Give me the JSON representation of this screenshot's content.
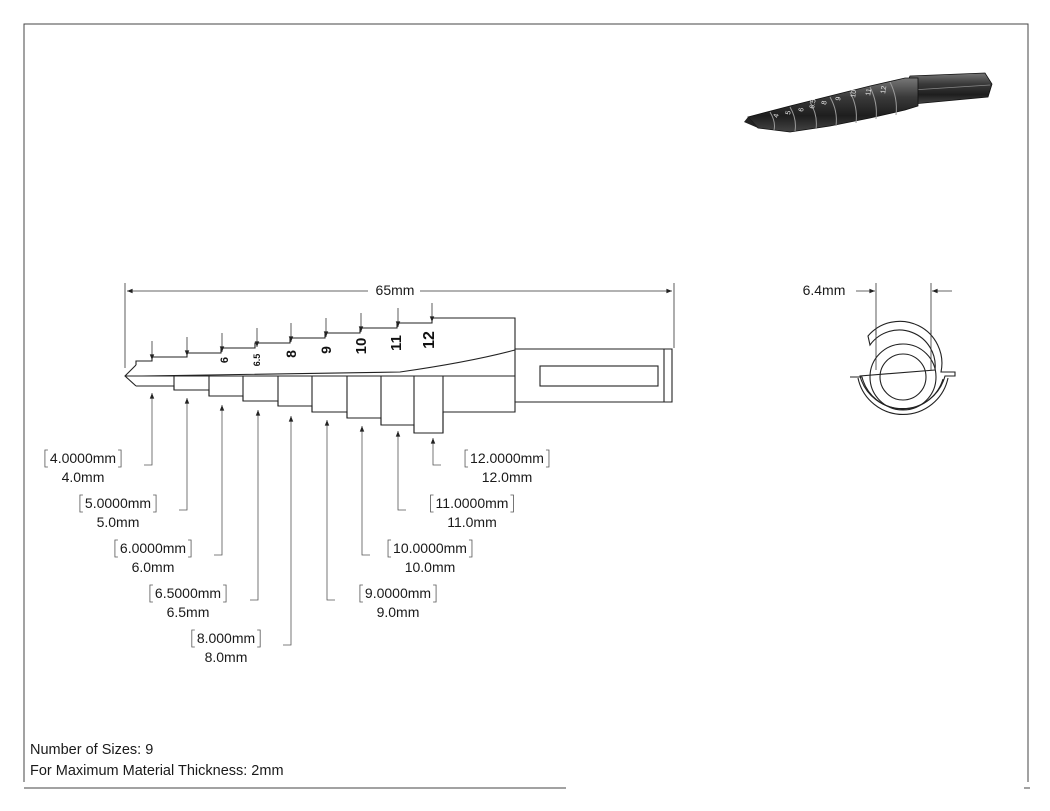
{
  "overall_length": "65mm",
  "shank_width": "6.4mm",
  "step_marks": [
    "6",
    "6.5",
    "8",
    "9",
    "10",
    "11",
    "12"
  ],
  "preview_marks": [
    "4",
    "5",
    "6",
    "6.5",
    "8",
    "9",
    "10",
    "11",
    "12"
  ],
  "callouts": [
    {
      "primary": "4.0000mm",
      "secondary": "4.0mm"
    },
    {
      "primary": "5.0000mm",
      "secondary": "5.0mm"
    },
    {
      "primary": "6.0000mm",
      "secondary": "6.0mm"
    },
    {
      "primary": "6.5000mm",
      "secondary": "6.5mm"
    },
    {
      "primary": "8.000mm",
      "secondary": "8.0mm"
    },
    {
      "primary": "9.0000mm",
      "secondary": "9.0mm"
    },
    {
      "primary": "10.0000mm",
      "secondary": "10.0mm"
    },
    {
      "primary": "11.0000mm",
      "secondary": "11.0mm"
    },
    {
      "primary": "12.0000mm",
      "secondary": "12.0mm"
    }
  ],
  "notes": {
    "sizes": "Number of Sizes: 9",
    "thickness": "For Maximum Material Thickness: 2mm"
  },
  "colors": {
    "line": "#222222",
    "preview_body": "#2e2e2e"
  }
}
